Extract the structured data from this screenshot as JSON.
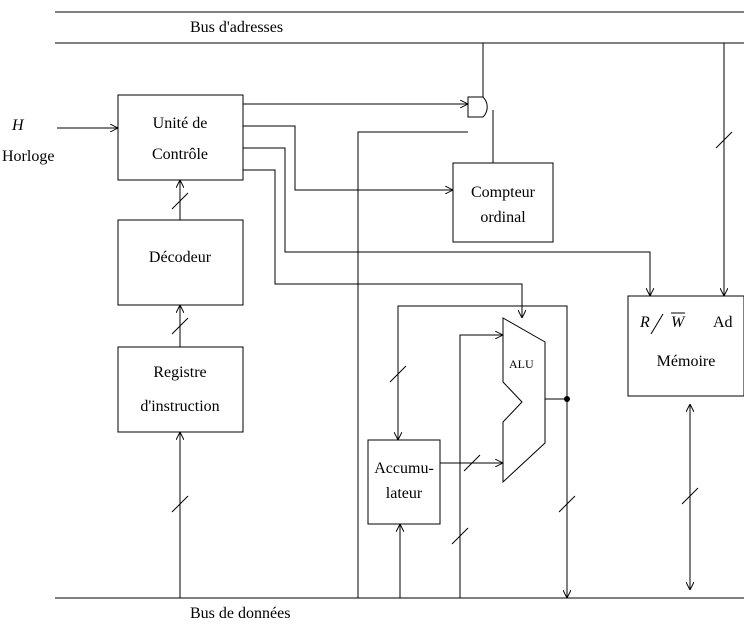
{
  "buses": {
    "address": "Bus d'adresses",
    "data": "Bus de données"
  },
  "clock": {
    "symbol": "H",
    "label": "Horloge"
  },
  "blocks": {
    "control_line1": "Unité de",
    "control_line2": "Contrôle",
    "decoder": "Décodeur",
    "ireg_line1": "Registre",
    "ireg_line2": "d'instruction",
    "pc_line1": "Compteur",
    "pc_line2": "ordinal",
    "acc_line1": "Accumu-",
    "acc_line2": "lateur",
    "alu": "ALU",
    "memory": "Mémoire",
    "mem_r": "R",
    "mem_w": "W",
    "mem_ad": "Ad"
  }
}
